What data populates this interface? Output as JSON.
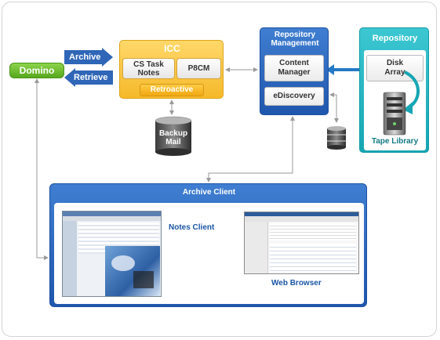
{
  "domino": {
    "label": "Domino"
  },
  "archive_arrow": {
    "label": "Archive"
  },
  "retrieve_arrow": {
    "label": "Retrieve"
  },
  "icc": {
    "title": "ICC",
    "cs_task_notes": "CS Task\nNotes",
    "p8cm": "P8CM",
    "retroactive": "Retroactive"
  },
  "backup_mail": {
    "label": "Backup\nMail"
  },
  "repository_management": {
    "title": "Repository\nManagement",
    "content_manager": "Content\nManager",
    "ediscovery": "eDiscovery"
  },
  "repository": {
    "title": "Repository",
    "disk_array": "Disk\nArray",
    "tape_library": "Tape Library"
  },
  "archive_client": {
    "title": "Archive Client",
    "notes_client": "Notes Client",
    "web_browser": "Web Browser"
  },
  "colors": {
    "domino_green": "#56a81e",
    "icc_orange": "#f5b92a",
    "blue": "#1f56ad",
    "teal": "#16a6b3"
  }
}
